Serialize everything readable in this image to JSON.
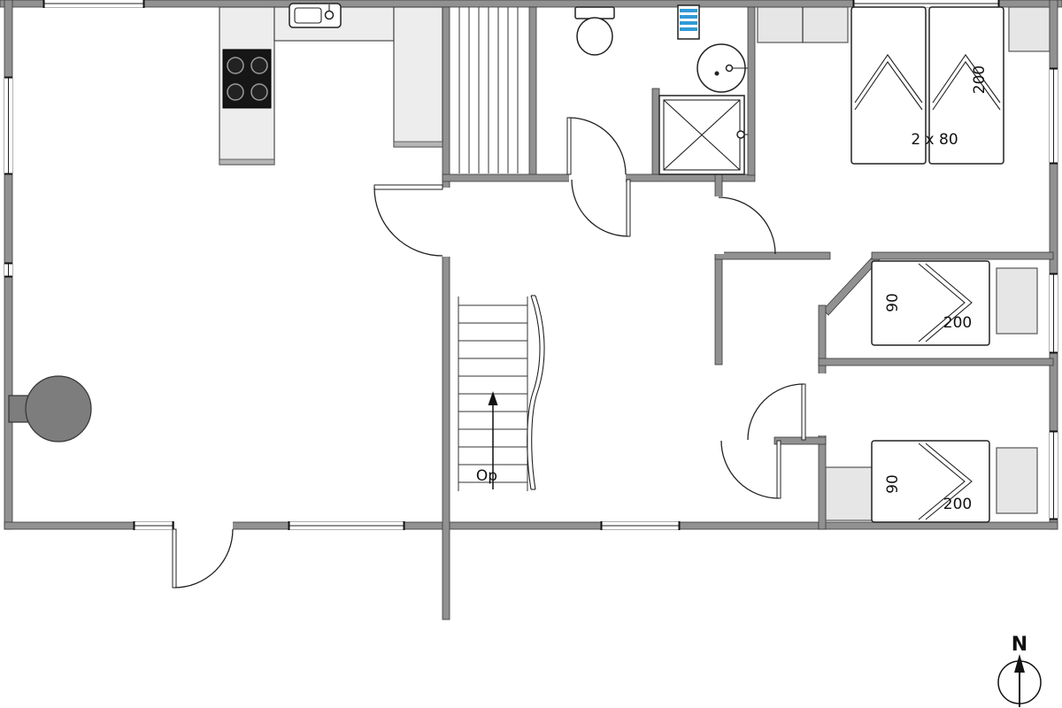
{
  "plan": {
    "labels": {
      "bed_a_length": "200",
      "bed_a_sizes": "2 x 80",
      "bed_b_width": "90",
      "bed_b_length": "200",
      "bed_c_width": "90",
      "bed_c_length": "200",
      "stairs": "Op",
      "north": "N"
    },
    "colors": {
      "wall": "#919191",
      "wall_outline": "#383838",
      "counter": "#ededed",
      "furniture_light": "#e6e6e6",
      "appliance_dark": "#161616",
      "accent_blue": "#2f9bd6",
      "tank_gray": "#7d7d7d",
      "line": "#222222",
      "background": "#ffffff"
    }
  }
}
